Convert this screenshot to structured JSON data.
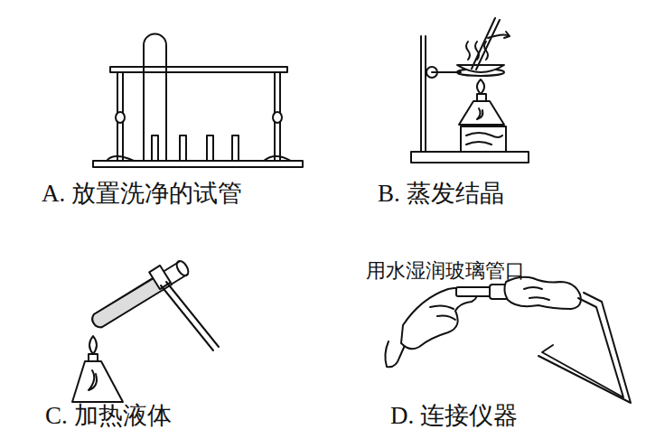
{
  "diagram": {
    "labels": [
      "A. 放置洗净的试管",
      "B. 蒸发结晶",
      "C. 加热液体",
      "D. 连接仪器",
      "用水湿润玻璃管口"
    ]
  }
}
